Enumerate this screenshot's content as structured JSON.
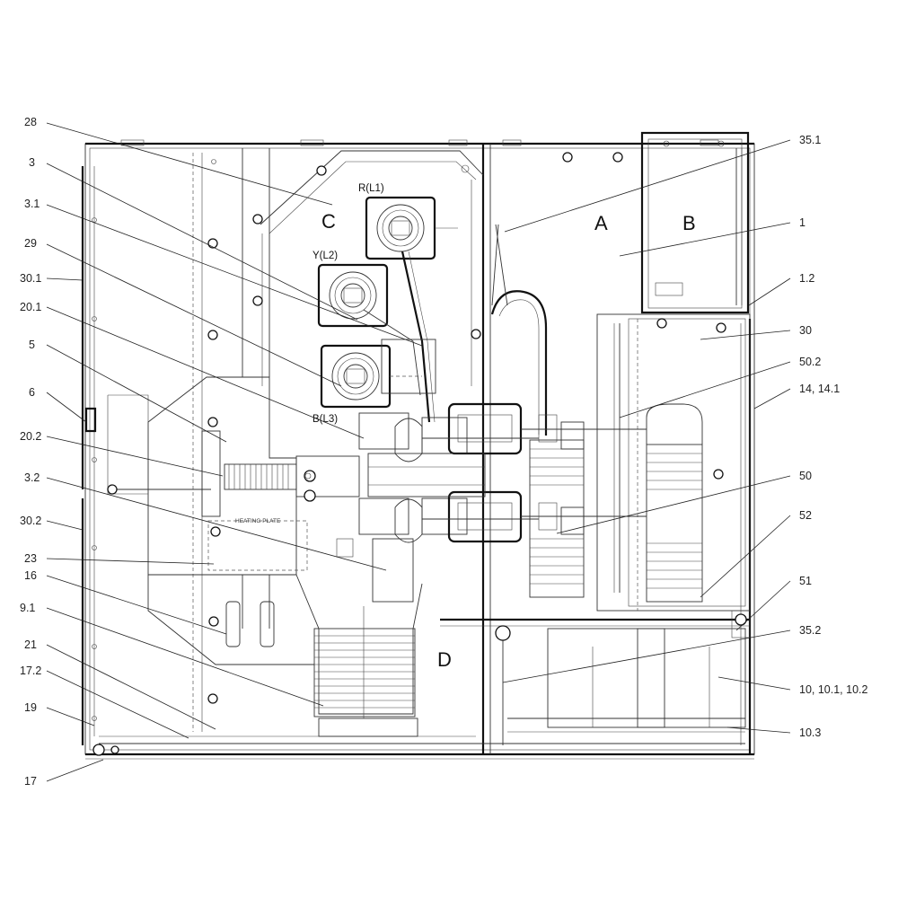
{
  "callouts": [
    {
      "id": "28",
      "label": "28"
    },
    {
      "id": "3",
      "label": "3"
    },
    {
      "id": "3_1",
      "label": "3.1"
    },
    {
      "id": "29",
      "label": "29"
    },
    {
      "id": "30_1",
      "label": "30.1"
    },
    {
      "id": "20_1",
      "label": "20.1"
    },
    {
      "id": "5",
      "label": "5"
    },
    {
      "id": "6",
      "label": "6"
    },
    {
      "id": "20_2",
      "label": "20.2"
    },
    {
      "id": "3_2",
      "label": "3.2"
    },
    {
      "id": "30_2",
      "label": "30.2"
    },
    {
      "id": "23",
      "label": "23"
    },
    {
      "id": "16",
      "label": "16"
    },
    {
      "id": "9_1",
      "label": "9.1"
    },
    {
      "id": "21",
      "label": "21"
    },
    {
      "id": "17_2",
      "label": "17.2"
    },
    {
      "id": "19",
      "label": "19"
    },
    {
      "id": "17",
      "label": "17"
    },
    {
      "id": "35_1",
      "label": "35.1"
    },
    {
      "id": "1",
      "label": "1"
    },
    {
      "id": "1_2",
      "label": "1.2"
    },
    {
      "id": "30",
      "label": "30"
    },
    {
      "id": "50_2",
      "label": "50.2"
    },
    {
      "id": "14_14_1",
      "label": "14, 14.1"
    },
    {
      "id": "50",
      "label": "50"
    },
    {
      "id": "52",
      "label": "52"
    },
    {
      "id": "51",
      "label": "51"
    },
    {
      "id": "35_2",
      "label": "35.2"
    },
    {
      "id": "10_10_1_10_2",
      "label": "10, 10.1, 10.2"
    },
    {
      "id": "10_3",
      "label": "10.3"
    }
  ],
  "compartments": {
    "A": "A",
    "B": "B",
    "C": "C",
    "D": "D"
  },
  "phases": {
    "R": "R(L1)",
    "Y": "Y(L2)",
    "B": "B(L3)"
  },
  "heating_plate": "HEATING PLATE"
}
